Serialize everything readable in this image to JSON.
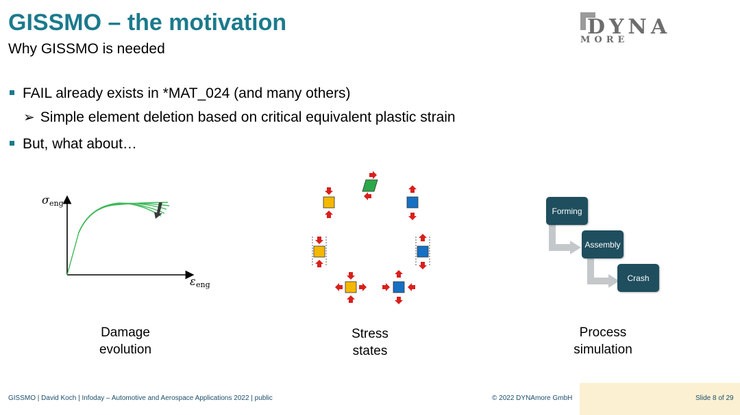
{
  "header": {
    "title": "GISSMO – the motivation",
    "subtitle": "Why GISSMO is needed",
    "logo_top": "DYNA",
    "logo_bottom": "MORE"
  },
  "bullets": [
    {
      "text": "FAIL already exists in *MAT_024 (and many others)"
    },
    {
      "text": "Simple element deletion based on critical equivalent plastic strain"
    },
    {
      "text": "But, what about…"
    }
  ],
  "figures": {
    "damage": {
      "y_label": "σ",
      "y_sub": "eng",
      "x_label": "ε",
      "x_sub": "eng",
      "caption_line1": "Damage",
      "caption_line2": "evolution"
    },
    "stress": {
      "caption_line1": "Stress",
      "caption_line2": "states"
    },
    "process": {
      "steps": [
        "Forming",
        "Assembly",
        "Crash"
      ],
      "caption_line1": "Process",
      "caption_line2": "simulation"
    }
  },
  "footer": {
    "left": "GISSMO | David Koch | Infoday – Automotive and Aerospace Applications 2022 | public",
    "center": "© 2022 DYNAmore GmbH",
    "right": "Slide 8 of 29"
  },
  "colors": {
    "title": "#1b7a8c",
    "curve": "#3cb95a",
    "yellow": "#f5b800",
    "blue": "#1670c4",
    "green": "#2aa84a",
    "arrow": "#d8201c",
    "process_box": "#1f4e5e"
  }
}
